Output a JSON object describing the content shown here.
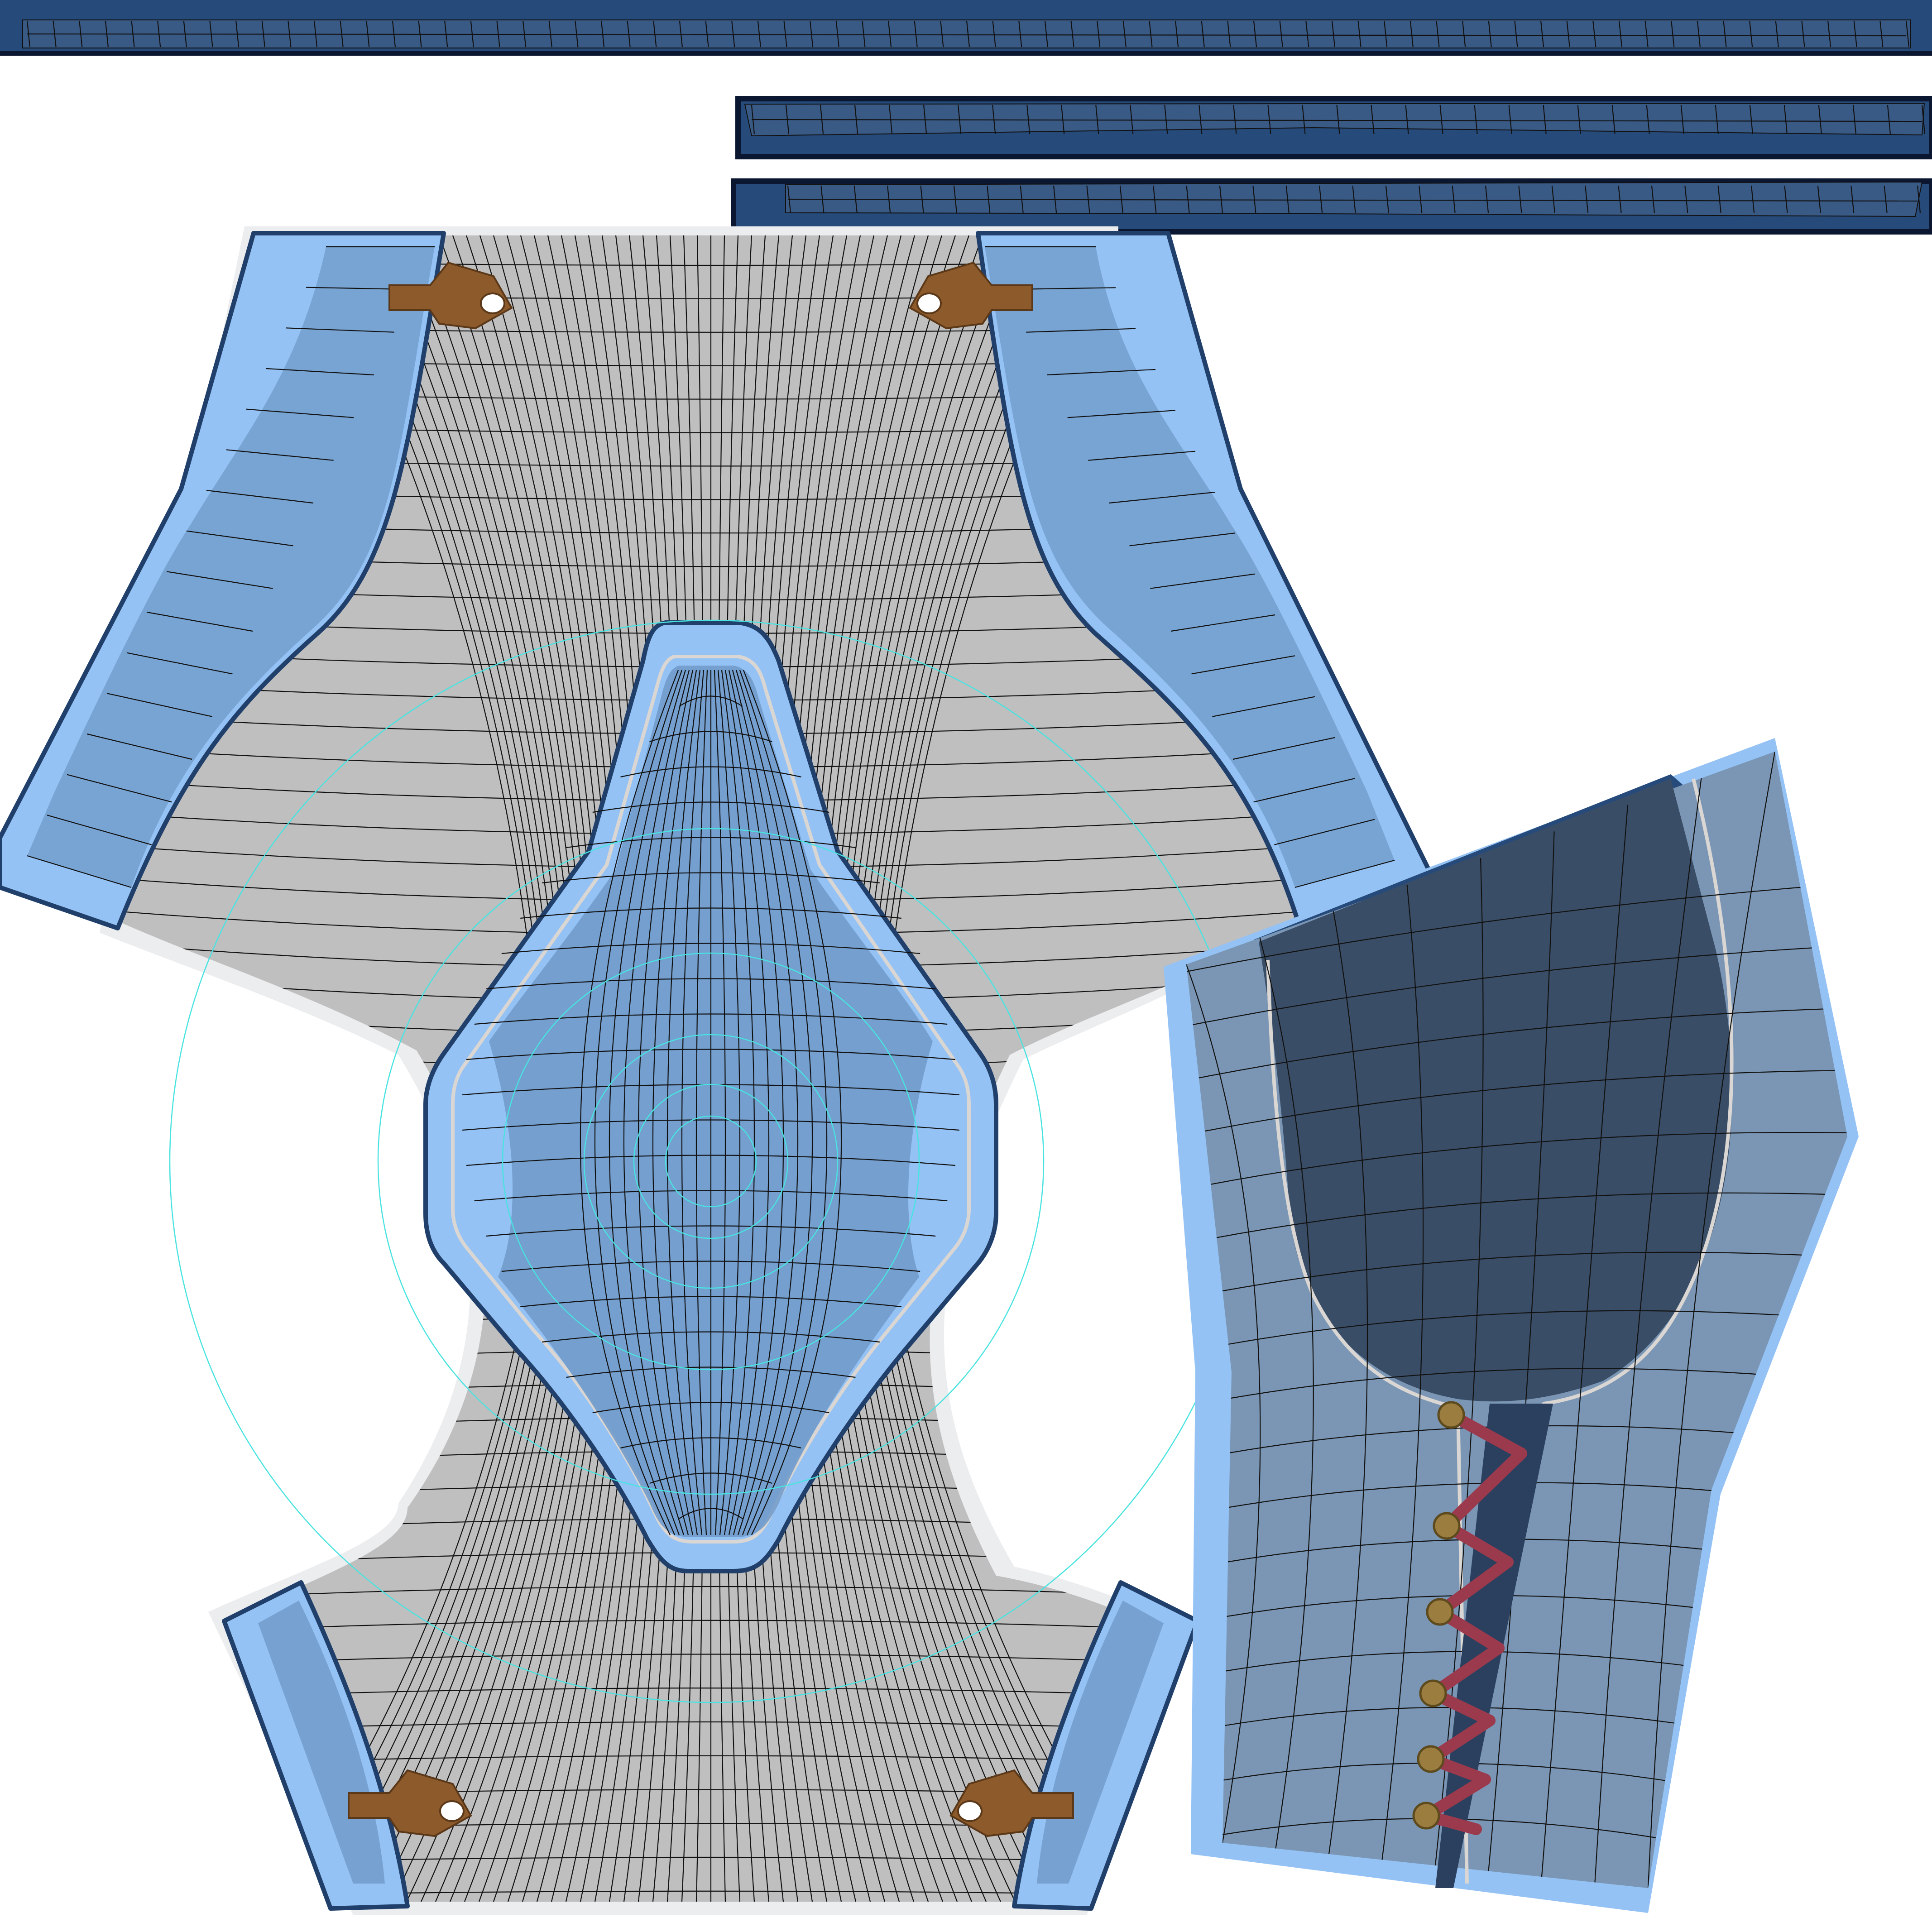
{
  "texture_sheet": {
    "canvas_background": "#ffffff",
    "colors": {
      "fabric_gray": "#bfbfc0",
      "gray_margin": "#ecedef",
      "light_blue_band": "#94c2f4",
      "mid_blue_overlay": "#6f99c8",
      "dark_navy_strip": "#264b7b",
      "dark_patch": "#3a4d66",
      "outline_navy": "#203f6a",
      "wire_black": "#111111",
      "helper_circle_cyan": "#48e3e0",
      "leather_tab_brown": "#8c5a2b",
      "lace_red": "#9b3a4c",
      "grommet_brass": "#9a7d3f"
    },
    "islands": [
      {
        "name": "top-strip"
      },
      {
        "name": "middle-strip"
      },
      {
        "name": "lower-strip"
      },
      {
        "name": "main-hourglass-panel"
      },
      {
        "name": "center-crotch-panel"
      },
      {
        "name": "right-side-panel"
      }
    ],
    "counts": {
      "leather_tabs": 4,
      "grommets": 6
    }
  }
}
